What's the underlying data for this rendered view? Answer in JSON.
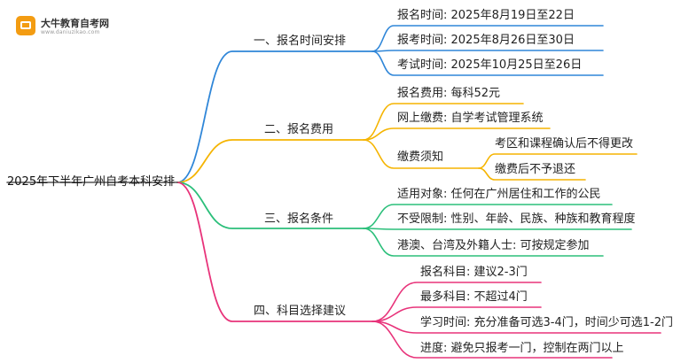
{
  "logo": {
    "title": "大牛教育自考网",
    "url": "www.daniuzikao.com"
  },
  "colors": {
    "b1": "#2f86d8",
    "b2": "#f5b400",
    "b3": "#2bbf7a",
    "b4": "#e8337a"
  },
  "root": "2025年下半年广州自考本科安排",
  "branches": [
    {
      "label": "一、报名时间安排",
      "children": [
        {
          "label": "报名时间: 2025年8月19日至22日"
        },
        {
          "label": "报考时间: 2025年8月26日至30日"
        },
        {
          "label": "考试时间: 2025年10月25日至26日"
        }
      ]
    },
    {
      "label": "二、报名费用",
      "children": [
        {
          "label": "报名费用: 每科52元"
        },
        {
          "label": "网上缴费: 自学考试管理系统"
        },
        {
          "label": "缴费须知",
          "children": [
            {
              "label": "考区和课程确认后不得更改"
            },
            {
              "label": "缴费后不予退还"
            }
          ]
        }
      ]
    },
    {
      "label": "三、报名条件",
      "children": [
        {
          "label": "适用对象: 任何在广州居住和工作的公民"
        },
        {
          "label": "不受限制: 性别、年龄、民族、种族和教育程度"
        },
        {
          "label": "港澳、台湾及外籍人士: 可按规定参加"
        }
      ]
    },
    {
      "label": "四、科目选择建议",
      "children": [
        {
          "label": "报名科目: 建议2-3门"
        },
        {
          "label": "最多科目: 不超过4门"
        },
        {
          "label": "学习时间: 充分准备可选3-4门，时间少可选1-2门"
        },
        {
          "label": "进度: 避免只报考一门，控制在两门以上"
        }
      ]
    }
  ]
}
